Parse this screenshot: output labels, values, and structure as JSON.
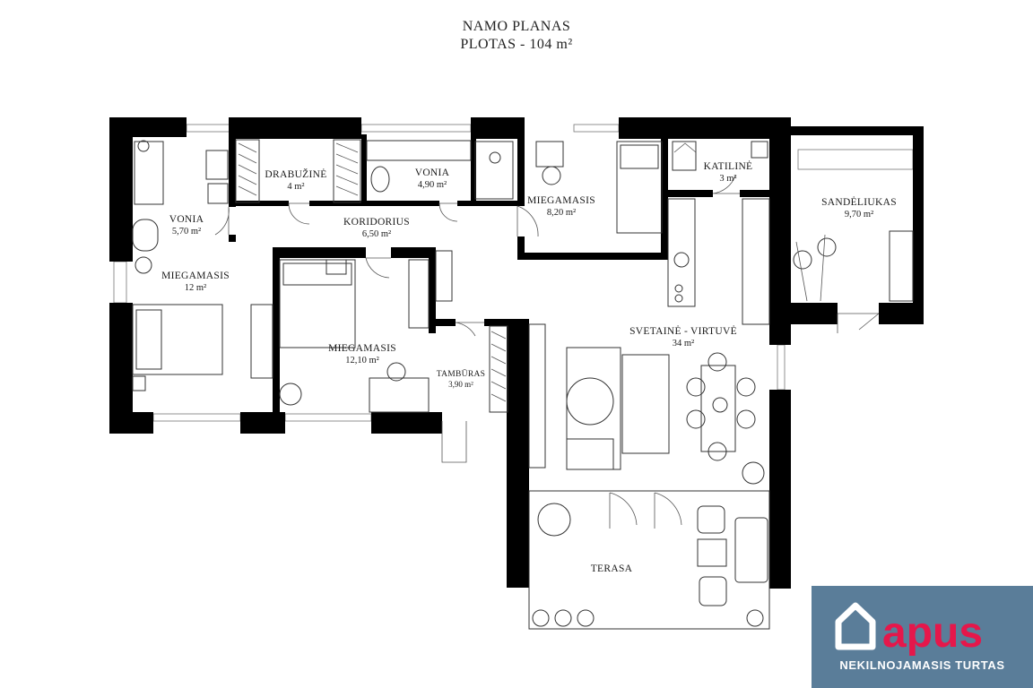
{
  "title": {
    "line1": "NAMO PLANAS",
    "line2": "PLOTAS - 104 m²"
  },
  "rooms": [
    {
      "id": "vonia-1",
      "name": "VONIA",
      "area": "5,70 m²"
    },
    {
      "id": "drabuzine",
      "name": "DRABUŽINĖ",
      "area": "4 m²"
    },
    {
      "id": "vonia-2",
      "name": "VONIA",
      "area": "4,90 m²"
    },
    {
      "id": "koridorius",
      "name": "KORIDORIUS",
      "area": "6,50 m²"
    },
    {
      "id": "miegamasis-1",
      "name": "MIEGAMASIS",
      "area": "12 m²"
    },
    {
      "id": "miegamasis-2",
      "name": "MIEGAMASIS",
      "area": "12,10 m²"
    },
    {
      "id": "miegamasis-3",
      "name": "MIEGAMASIS",
      "area": "8,20 m²"
    },
    {
      "id": "katiline",
      "name": "KATILINĖ",
      "area": "3 m²"
    },
    {
      "id": "sandeliukas",
      "name": "SANDĖLIUKAS",
      "area": "9,70 m²"
    },
    {
      "id": "tamburas",
      "name": "TAMBŪRAS",
      "area": "3,90 m²"
    },
    {
      "id": "svetaine",
      "name": "SVETAINĖ - VIRTUVĖ",
      "area": "34 m²"
    },
    {
      "id": "terasa",
      "name": "TERASA",
      "area": ""
    }
  ],
  "logo": {
    "brand": "apus",
    "caption": "NEKILNOJAMASIS TURTAS",
    "colors": {
      "panel": "#5a7d99",
      "brand": "#e5174b",
      "house": "#ffffff"
    }
  }
}
